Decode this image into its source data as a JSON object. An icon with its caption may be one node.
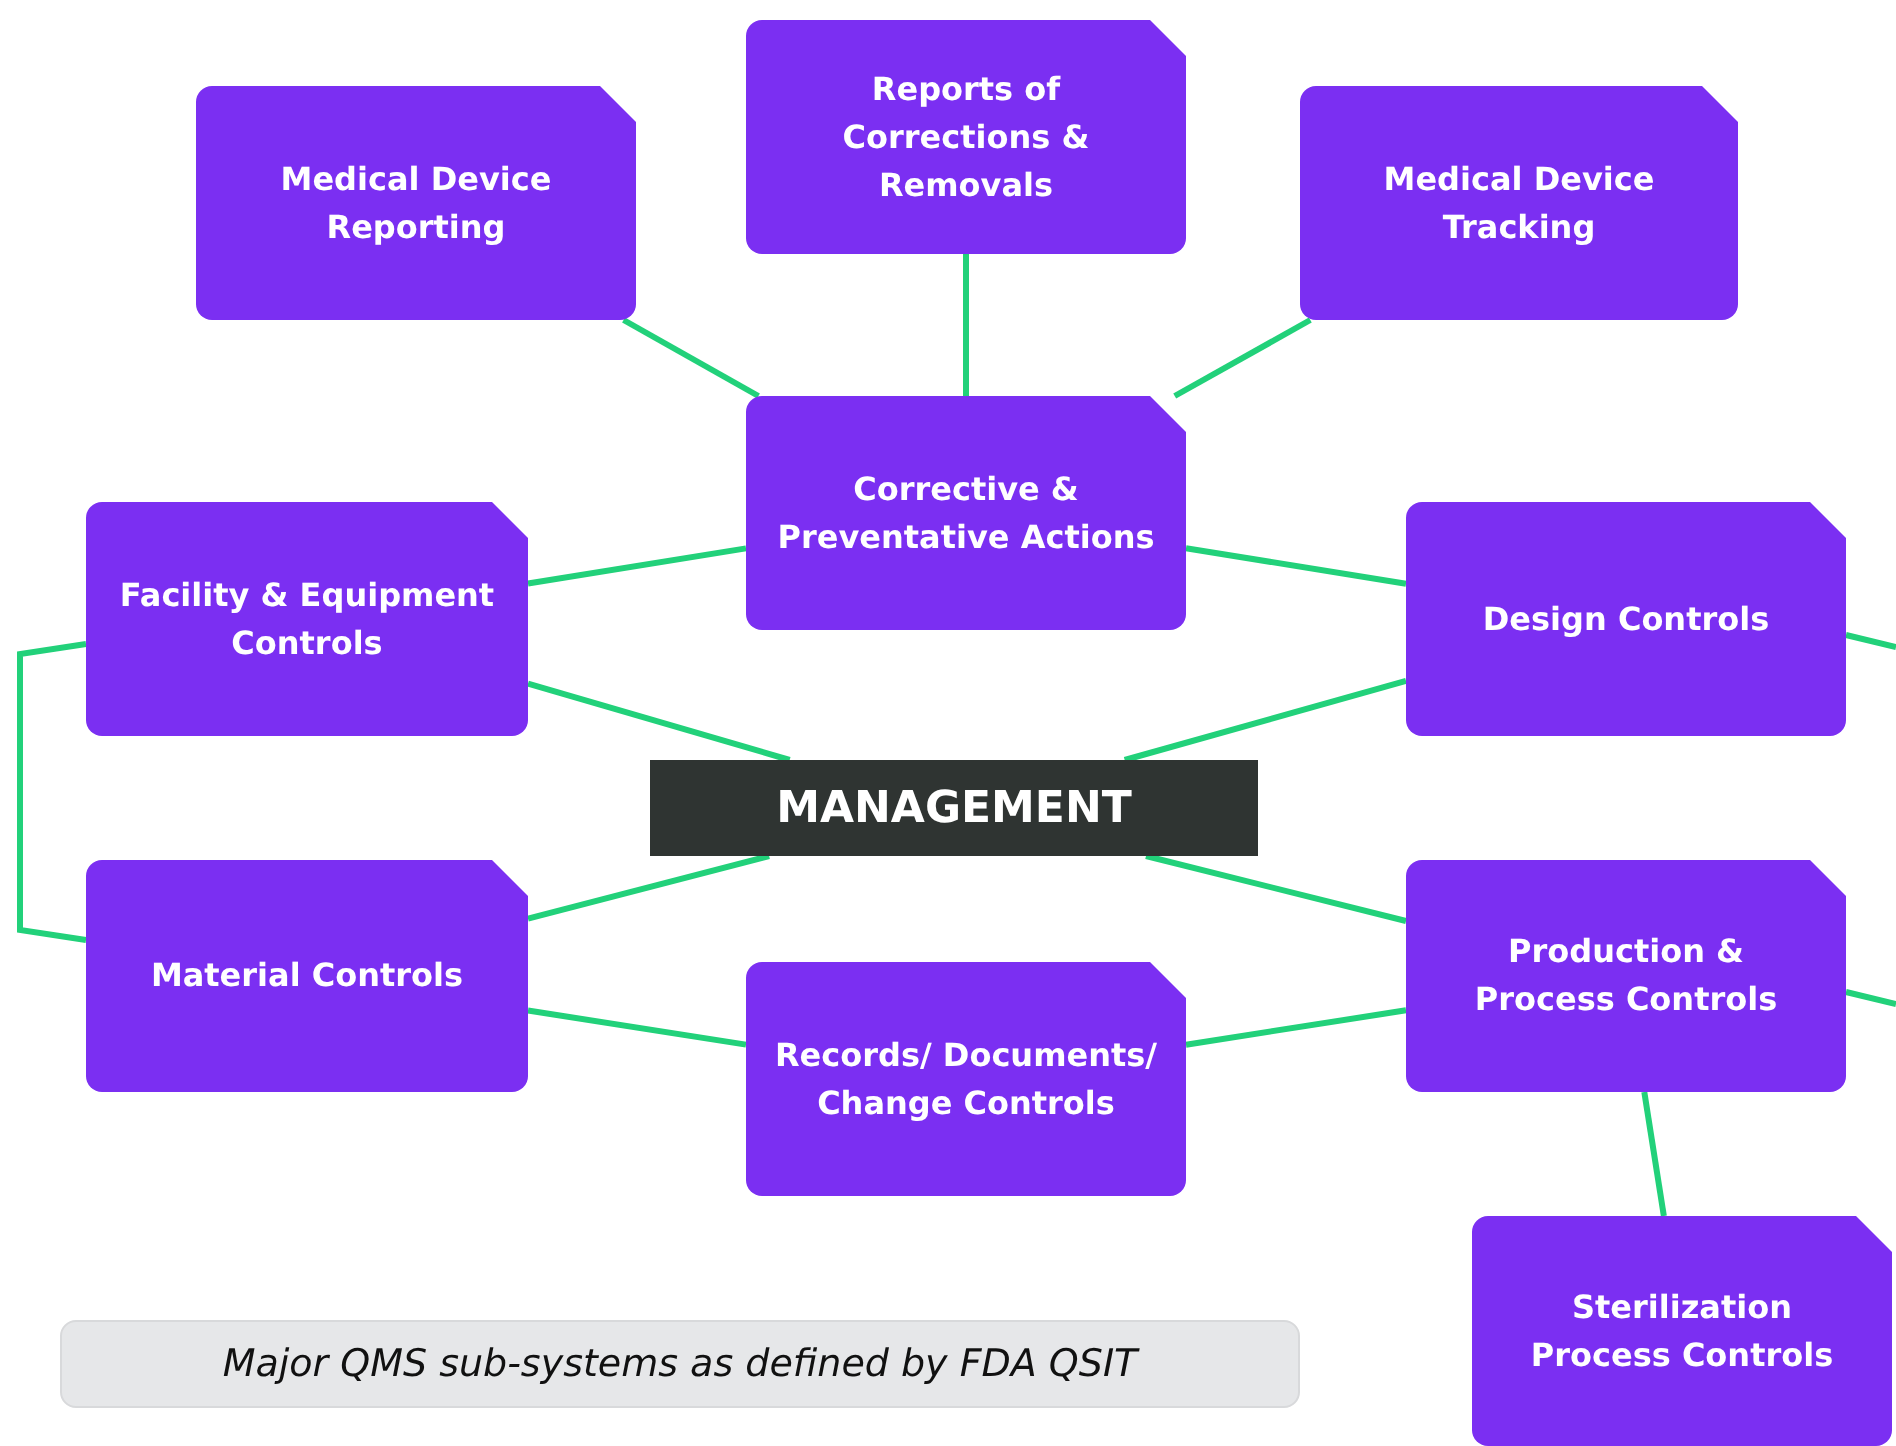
{
  "diagram": {
    "caption": "Major QMS sub-systems as defined by FDA QSIT",
    "nodes": [
      {
        "text": [
          "Medical Device Reporting"
        ]
      },
      {
        "text": [
          "Reports of Corrections & Removals"
        ]
      },
      {
        "text": [
          "Medical Device Tracking"
        ]
      },
      {
        "text": [
          "Corrective & Preventative Actions"
        ]
      },
      {
        "text": [
          "Facility & Equipment Controls"
        ]
      },
      {
        "text": [
          "Design Controls"
        ]
      },
      {
        "text": [
          "MANAGEMENT"
        ]
      },
      {
        "text": [
          "Material Controls"
        ]
      },
      {
        "text": [
          "Production & Process Controls"
        ]
      },
      {
        "text": [
          "Records/ Documents/ Change Controls"
        ]
      },
      {
        "text": [
          "Sterilization Process Controls"
        ]
      }
    ],
    "edges": [
      {
        "from": 0,
        "to": 3,
        "arrow": "none"
      },
      {
        "from": 1,
        "to": 3,
        "arrow": "none"
      },
      {
        "from": 2,
        "to": 3,
        "arrow": "none"
      },
      {
        "from": 4,
        "to": 3,
        "arrow": "none"
      },
      {
        "from": 3,
        "to": 5,
        "arrow": "none"
      },
      {
        "from": 4,
        "to": 6,
        "arrow": "none"
      },
      {
        "from": 5,
        "to": 6,
        "arrow": "none"
      },
      {
        "from": 7,
        "to": 6,
        "arrow": "none"
      },
      {
        "from": 8,
        "to": 6,
        "arrow": "none"
      },
      {
        "from": 4,
        "to": 7,
        "arrow": "none"
      },
      {
        "from": 7,
        "to": 9,
        "arrow": "none"
      },
      {
        "from": 9,
        "to": 8,
        "arrow": "none"
      },
      {
        "from": 8,
        "to": 10,
        "arrow": "none"
      },
      {
        "from": 5,
        "to": null,
        "arrow": "none"
      },
      {
        "from": 8,
        "to": null,
        "arrow": "none"
      }
    ]
  }
}
